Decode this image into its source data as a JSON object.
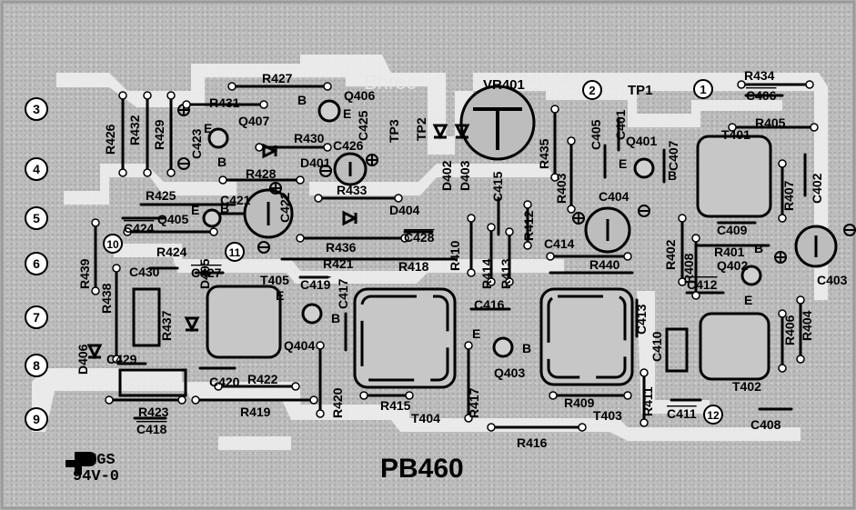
{
  "board": {
    "model": "PB460",
    "marking_line1": "MGS",
    "marking_line2": "94V-0",
    "watermark": "Bhrec"
  },
  "pins": [
    "3",
    "4",
    "5",
    "6",
    "7",
    "8",
    "9"
  ],
  "callouts": [
    "2",
    "1",
    "10",
    "11",
    "12"
  ],
  "resistors": [
    "R427",
    "R431",
    "R426",
    "R432",
    "R429",
    "R430",
    "R428",
    "R425",
    "R424",
    "R433",
    "R436",
    "R421",
    "R418",
    "R439",
    "R438",
    "R437",
    "R422",
    "R419",
    "R423",
    "R420",
    "R415",
    "R417",
    "R416",
    "R435",
    "R403",
    "R412",
    "R410",
    "R414",
    "R413",
    "R440",
    "R402",
    "R408",
    "R401",
    "R409",
    "R411",
    "R434",
    "R405",
    "R407",
    "R406",
    "R404"
  ],
  "capacitors": [
    "C423",
    "C421",
    "C422",
    "C424",
    "C426",
    "C425",
    "C428",
    "C427",
    "C419",
    "C417",
    "C430",
    "C429",
    "C420",
    "C418",
    "C416",
    "C415",
    "C414",
    "C404",
    "C405",
    "C401",
    "C407",
    "C406",
    "C409",
    "C402",
    "C403",
    "C412",
    "C413",
    "C410",
    "C411",
    "C408"
  ],
  "transistors": [
    "Q406",
    "Q407",
    "Q405",
    "Q404",
    "Q403",
    "Q401",
    "Q402"
  ],
  "diodes": [
    "D401",
    "D404",
    "D405",
    "D406",
    "D402",
    "D403"
  ],
  "transformers": [
    "T405",
    "T404",
    "T403",
    "T401",
    "T402"
  ],
  "test_points": [
    "TP1",
    "TP2",
    "TP3"
  ],
  "pot": "VR401",
  "pin_letters": {
    "b": "B",
    "e": "E"
  },
  "colors": {
    "board": "#bdbdbd",
    "trace": "#efefef",
    "ink": "#000000"
  }
}
